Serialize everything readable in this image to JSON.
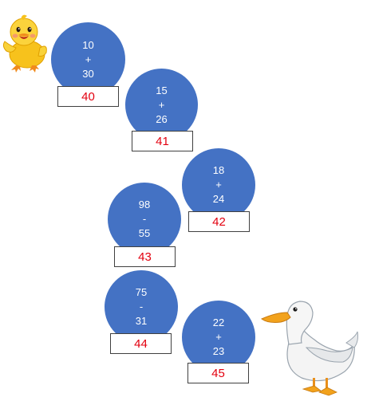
{
  "colors": {
    "bubble": "#4472c4",
    "bubble_text": "#ffffff",
    "answer_text": "#e3000f",
    "answer_border": "#404040"
  },
  "icons": {
    "top_left": "duckling-icon",
    "bottom_right": "white-duck-icon"
  },
  "problems": [
    {
      "a": "10",
      "op": "+",
      "b": "30",
      "answer": "40"
    },
    {
      "a": "15",
      "op": "+",
      "b": "26",
      "answer": "41"
    },
    {
      "a": "18",
      "op": "+",
      "b": "24",
      "answer": "42"
    },
    {
      "a": "98",
      "op": "-",
      "b": "55",
      "answer": "43"
    },
    {
      "a": "75",
      "op": "-",
      "b": "31",
      "answer": "44"
    },
    {
      "a": "22",
      "op": "+",
      "b": "23",
      "answer": "45"
    }
  ]
}
